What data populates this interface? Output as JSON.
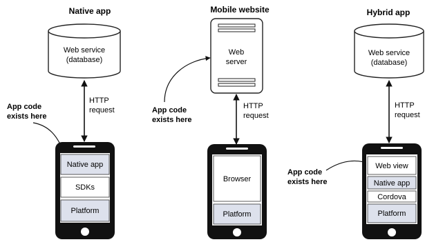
{
  "columns": {
    "native": {
      "title": "Native app",
      "backend_line1": "Web service",
      "backend_line2": "(database)",
      "request_line1": "HTTP",
      "request_line2": "request",
      "annotation_line1": "App code",
      "annotation_line2": "exists here",
      "layers": [
        "Native app",
        "SDKs",
        "Platform"
      ]
    },
    "mobile_web": {
      "title": "Mobile website",
      "backend_line1": "Web",
      "backend_line2": "server",
      "request_line1": "HTTP",
      "request_line2": "request",
      "annotation_line1": "App code",
      "annotation_line2": "exists here",
      "layers": [
        "Browser",
        "Platform"
      ]
    },
    "hybrid": {
      "title": "Hybrid app",
      "backend_line1": "Web service",
      "backend_line2": "(database)",
      "request_line1": "HTTP",
      "request_line2": "request",
      "annotation_line1": "App code",
      "annotation_line2": "exists here",
      "layers": [
        "Web view",
        "Native app",
        "Cordova",
        "Platform"
      ]
    }
  },
  "colors": {
    "phone_body": "#111111",
    "layer_fill": "#dde1ec",
    "layer_fill_white": "#ffffff",
    "outline": "#333333"
  }
}
